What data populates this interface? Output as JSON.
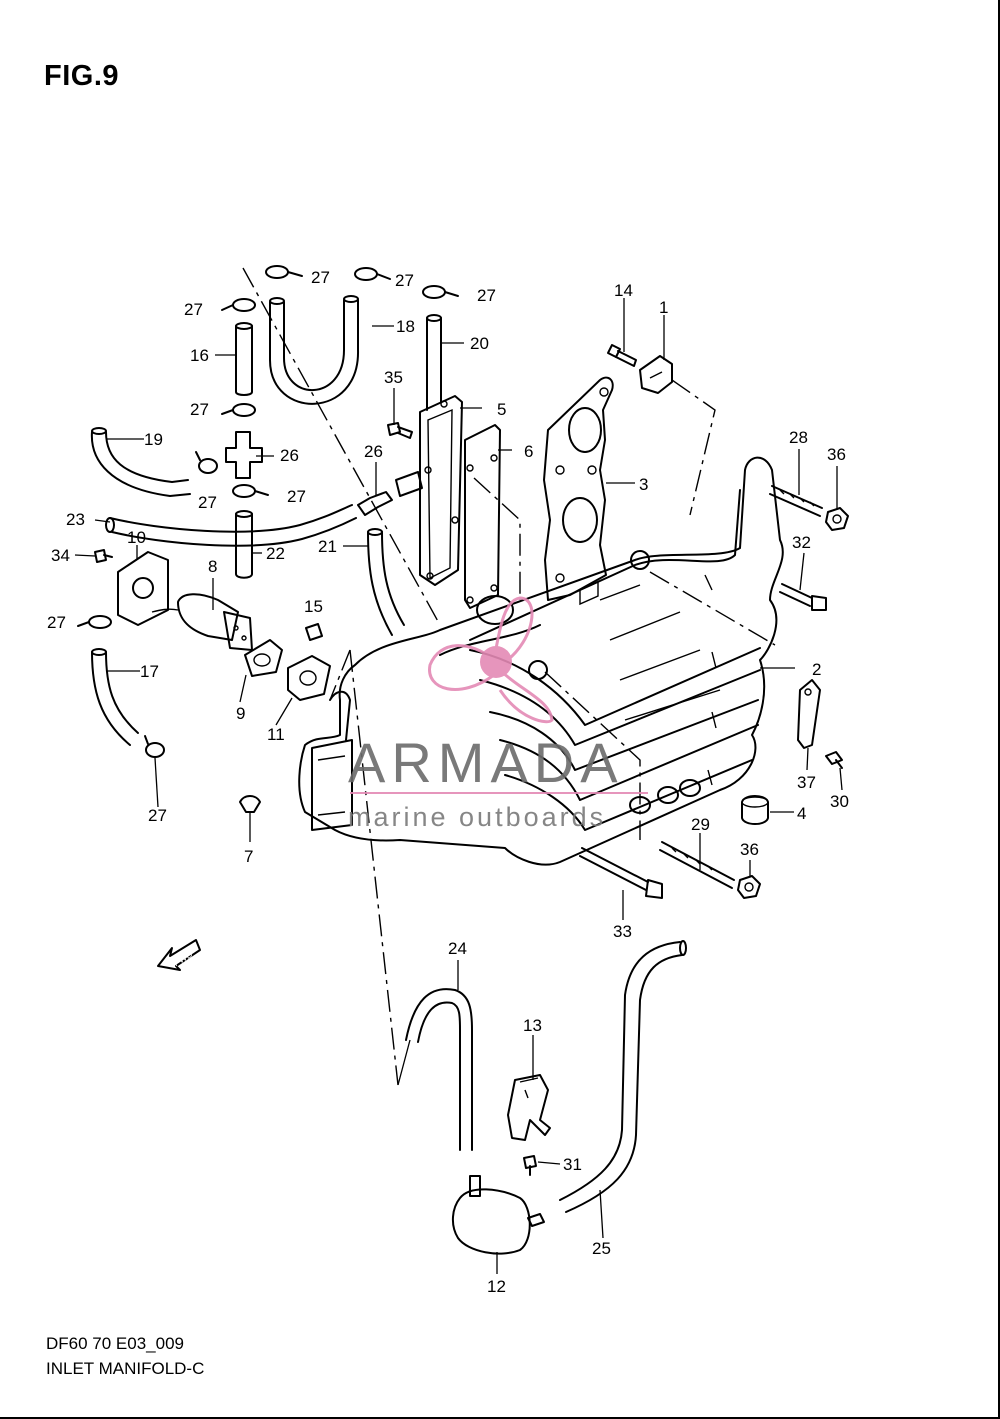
{
  "figure": {
    "title": "FIG.9",
    "code": "DF60 70 E03_009",
    "name": "INLET MANIFOLD-C"
  },
  "watermark": {
    "brand": "ARMADA",
    "tagline": "marine outboards",
    "accent_color": "#e48ab5"
  },
  "fwd_label": "FWD",
  "callouts": [
    {
      "id": "c1",
      "label": "1"
    },
    {
      "id": "c2",
      "label": "2"
    },
    {
      "id": "c3",
      "label": "3"
    },
    {
      "id": "c4",
      "label": "4"
    },
    {
      "id": "c5",
      "label": "5"
    },
    {
      "id": "c6",
      "label": "6"
    },
    {
      "id": "c7",
      "label": "7"
    },
    {
      "id": "c8",
      "label": "8"
    },
    {
      "id": "c9",
      "label": "9"
    },
    {
      "id": "c10",
      "label": "10"
    },
    {
      "id": "c11",
      "label": "11"
    },
    {
      "id": "c12",
      "label": "12"
    },
    {
      "id": "c13",
      "label": "13"
    },
    {
      "id": "c14",
      "label": "14"
    },
    {
      "id": "c15",
      "label": "15"
    },
    {
      "id": "c16",
      "label": "16"
    },
    {
      "id": "c17",
      "label": "17"
    },
    {
      "id": "c18",
      "label": "18"
    },
    {
      "id": "c19",
      "label": "19"
    },
    {
      "id": "c20",
      "label": "20"
    },
    {
      "id": "c21",
      "label": "21"
    },
    {
      "id": "c22",
      "label": "22"
    },
    {
      "id": "c23",
      "label": "23"
    },
    {
      "id": "c24",
      "label": "24"
    },
    {
      "id": "c25",
      "label": "25"
    },
    {
      "id": "c26a",
      "label": "26"
    },
    {
      "id": "c26b",
      "label": "26"
    },
    {
      "id": "c27a",
      "label": "27"
    },
    {
      "id": "c27b",
      "label": "27"
    },
    {
      "id": "c27c",
      "label": "27"
    },
    {
      "id": "c27d",
      "label": "27"
    },
    {
      "id": "c27e",
      "label": "27"
    },
    {
      "id": "c27f",
      "label": "27"
    },
    {
      "id": "c27g",
      "label": "27"
    },
    {
      "id": "c27h",
      "label": "27"
    },
    {
      "id": "c27i",
      "label": "27"
    },
    {
      "id": "c28",
      "label": "28"
    },
    {
      "id": "c29",
      "label": "29"
    },
    {
      "id": "c30",
      "label": "30"
    },
    {
      "id": "c31",
      "label": "31"
    },
    {
      "id": "c32",
      "label": "32"
    },
    {
      "id": "c33",
      "label": "33"
    },
    {
      "id": "c34",
      "label": "34"
    },
    {
      "id": "c35",
      "label": "35"
    },
    {
      "id": "c36a",
      "label": "36"
    },
    {
      "id": "c36b",
      "label": "36"
    },
    {
      "id": "c37",
      "label": "37"
    }
  ]
}
